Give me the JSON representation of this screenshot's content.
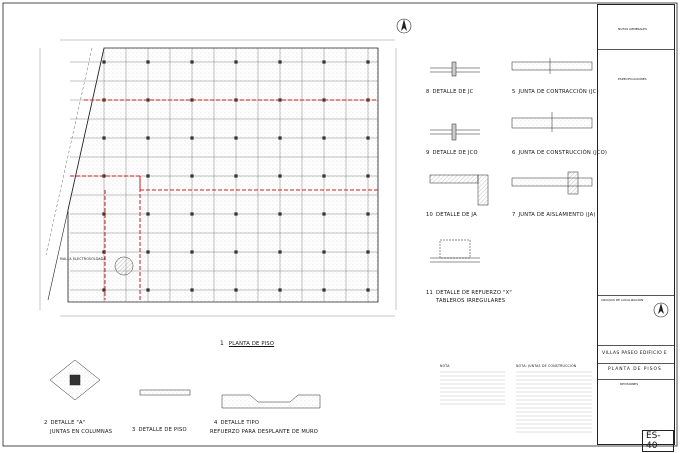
{
  "drawing": {
    "main_plan_title": "PLANTA DE PISO",
    "main_plan_number": "1",
    "details": {
      "jc": "DETALLE DE JC",
      "jco": "DETALLE DE JCO",
      "ja": "DETALLE DE JA",
      "refuerzo_x": "DETALLE DE REFUERZO \"X\"",
      "refuerzo_x_sub": "TABLEROS IRREGULARES",
      "contraccion": "JUNTA DE CONTRACCIÓN (JC)",
      "construccion": "JUNTA DE CONSTRUCCIÓN (JCO)",
      "aislamiento": "JUNTA DE AISLAMIENTO (JA)",
      "detalle_a": "DETALLE \"A\"",
      "detalle_a_sub": "JUNTAS EN COLUMNAS",
      "detalle_piso": "DETALLE DE PISO",
      "detalle_tipo": "DETALLE TIPO",
      "detalle_tipo_sub": "REFUERZO PARA DESPLANTE DE MURO"
    },
    "detail_numbers": {
      "detalle_a": "2",
      "detalle_piso": "3",
      "detalle_tipo": "4",
      "contraccion": "5",
      "construccion": "6",
      "aislamiento": "7",
      "jc": "8",
      "jco": "9",
      "ja": "10",
      "refuerzo_x": "11"
    },
    "notes_title": "NOTA: JUNTAS DE CONSTRUCCIÓN",
    "nota_label": "NOTA",
    "malla_label": "MALLA ELECTROSOLDADA"
  },
  "title_block": {
    "section_general": "NOTAS GENERALES",
    "section_specs": "ESPECIFICACIONES",
    "project_name": "VILLAS PASEO EDIFICIO E",
    "sheet_title": "PLANTA DE PISOS",
    "revisions_label": "REVISIONES",
    "sheet_number": "ES-40",
    "location_label": "CROQUIS DE LOCALIZACIÓN"
  },
  "colors": {
    "line": "#222222",
    "grid": "#666666",
    "red": "#d22222",
    "hatch": "#bdbdbd"
  }
}
